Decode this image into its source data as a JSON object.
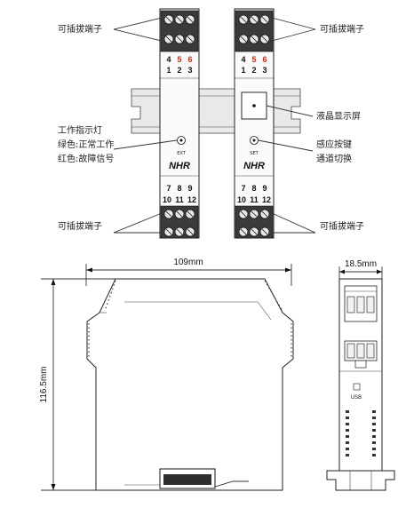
{
  "labels": {
    "plug_terminal_top_left": "可插拔端子",
    "plug_terminal_top_right": "可插拔端子",
    "plug_terminal_bottom_left": "可插拔端子",
    "plug_terminal_bottom_right": "可插拔端子",
    "lcd_display": "液晶显示屏",
    "indicator_title": "工作指示灯",
    "indicator_green": "绿色:正常工作",
    "indicator_red": "红色:故障信号",
    "sensor_button_line1": "感应按键",
    "sensor_button_line2": "通道切换"
  },
  "terminals": {
    "top_row_a": [
      "4",
      "5",
      "6"
    ],
    "top_row_b": [
      "1",
      "2",
      "3"
    ],
    "bottom_row_a": [
      "7",
      "8",
      "9"
    ],
    "bottom_row_b": [
      "10",
      "11",
      "12"
    ]
  },
  "led_labels": {
    "left": "EXT",
    "right": "SET"
  },
  "brand": "NHR",
  "usb_label": "USB",
  "dimensions": {
    "width": "109mm",
    "height": "116.5mm",
    "thickness": "18.5mm"
  },
  "colors": {
    "highlight": "#d42a1a",
    "line": "#333333"
  }
}
